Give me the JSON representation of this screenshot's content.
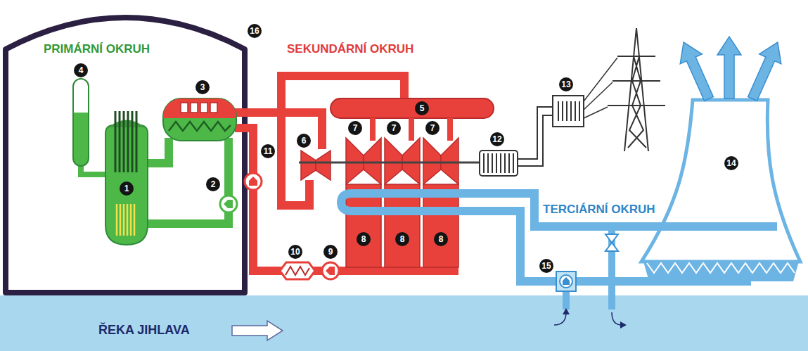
{
  "diagram": {
    "nodes": [
      {
        "text": [
          "ŘEKA JIHLAVA"
        ]
      }
    ],
    "labels": [
      "16",
      "PRIMÁRNÍ OKRUH",
      "SEKUNDÁRNÍ OKRUH",
      "4",
      "3",
      "5",
      "13",
      "11",
      "6",
      "7",
      "7",
      "7",
      "12",
      "1",
      "2",
      "TERCIÁRNÍ OKRUH",
      "14",
      "8",
      "8",
      "8",
      "10",
      "9",
      "15"
    ]
  }
}
